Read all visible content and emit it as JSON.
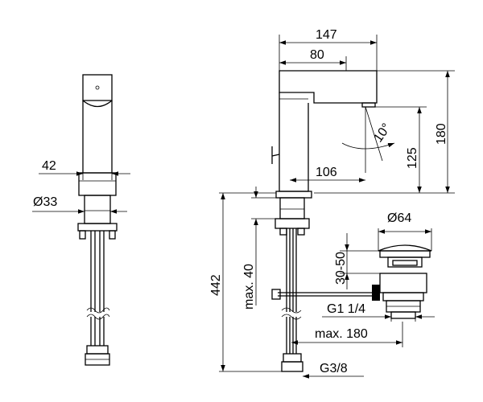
{
  "dimensions": {
    "side_width": "42",
    "side_diameter": "Ø33",
    "overall_depth": "147",
    "spout_depth": "80",
    "total_height": "180",
    "spout_height": "125",
    "spout_angle": "10°",
    "spout_reach": "106",
    "overall_length": "442",
    "max_deck": "max. 40",
    "waste_diameter": "Ø64",
    "waste_range": "30-50",
    "waste_thread": "G1 1/4",
    "max_reach": "max. 180",
    "supply_thread": "G3/8"
  }
}
